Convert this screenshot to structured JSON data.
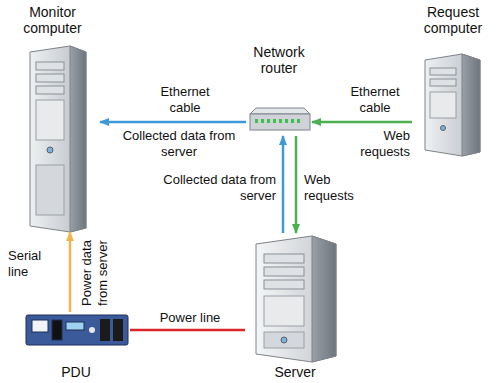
{
  "diagram": {
    "nodes": [
      {
        "text": [
          "Monitor computer"
        ]
      },
      {
        "text": [
          "Network router"
        ]
      },
      {
        "text": [
          "Request computer"
        ]
      },
      {
        "text": [
          "PDU"
        ]
      },
      {
        "text": [
          "Server"
        ]
      }
    ],
    "edges": [
      {
        "from": 1,
        "to": 0,
        "arrow": "to",
        "label": "Ethernet cable"
      },
      {
        "from": 2,
        "to": 1,
        "arrow": "to",
        "label": "Ethernet cable"
      },
      {
        "from": 4,
        "to": 1,
        "arrow": "to",
        "label": "Collected data from server"
      },
      {
        "from": 1,
        "to": 4,
        "arrow": "to",
        "label": "Web requests"
      },
      {
        "from": 3,
        "to": 0,
        "arrow": "to",
        "label": "Serial line"
      },
      {
        "from": 3,
        "to": 4,
        "arrow": "none",
        "label": "Power line"
      }
    ],
    "labels": [
      "Collected data from server",
      "Web requests",
      "Power data from server"
    ]
  }
}
